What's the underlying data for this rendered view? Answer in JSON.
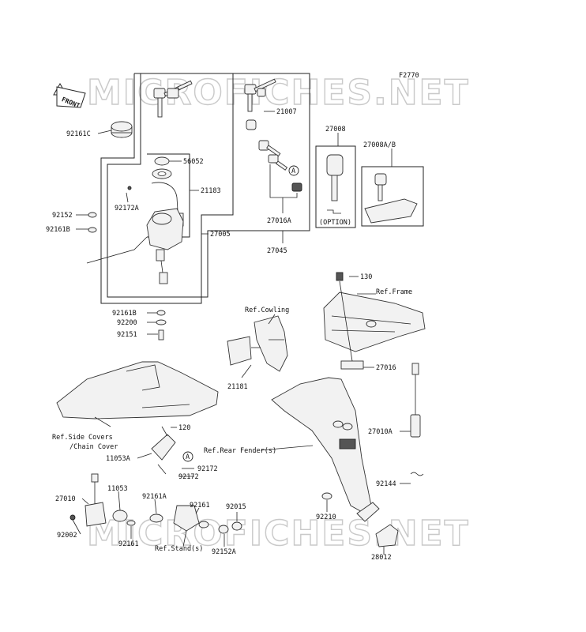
{
  "diagram_code": "F2770",
  "front_label": "FRONT",
  "watermark_top": "MICROFICHES.NET",
  "watermark_bottom": "MICROFICHES.NET",
  "callouts": {
    "p92161C": "92161C",
    "p56052": "56052",
    "p21183": "21183",
    "p92172A": "92172A",
    "p92152": "92152",
    "p92161B_top": "92161B",
    "p27005": "27005",
    "p21007": "21007",
    "p27008": "27008",
    "p27008AB": "27008A/B",
    "p27016A": "27016A",
    "p27045": "27045",
    "option": "(OPTION)",
    "markA_top": "A",
    "p130": "130",
    "refFrame": "Ref.Frame",
    "refCowling": "Ref.Cowling",
    "p92161B_mid": "92161B",
    "p92200": "92200",
    "p92151": "92151",
    "p27016": "27016",
    "p21181": "21181",
    "refSideCovers1": "Ref.Side Covers",
    "refSideCovers2": "/Chain Cover",
    "p120": "120",
    "p11053A": "11053A",
    "markA_mid": "A",
    "p92172_a": "92172",
    "p92172_b": "92172",
    "refRearFender": "Ref.Rear Fender(s)",
    "p27010A": "27010A",
    "p92144": "92144",
    "p27010": "27010",
    "p11053": "11053",
    "p92161A": "92161A",
    "p92161_r": "92161",
    "p92015": "92015",
    "p92002": "92002",
    "p92161_l": "92161",
    "refStands": "Ref.Stand(s)",
    "p92152A": "92152A",
    "p92210": "92210",
    "p28012": "28012"
  }
}
